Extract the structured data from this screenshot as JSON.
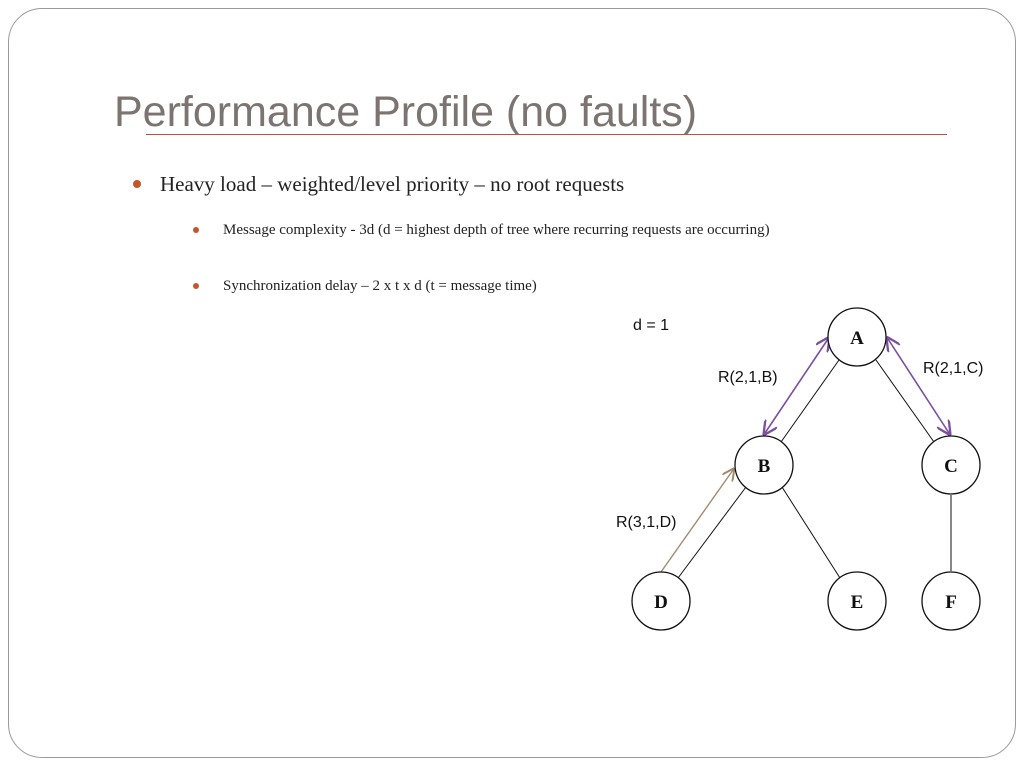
{
  "slide": {
    "title": "Performance Profile (no faults)",
    "bullets": [
      {
        "text": "Heavy load – weighted/level priority – no root requests",
        "sub": [
          "Message complexity - 3d (d = highest depth of tree where recurring requests are occurring)",
          "Synchronization delay – 2 x t x d (t = message time)"
        ]
      }
    ]
  },
  "colors": {
    "accent": "#c9532a",
    "title": "#7b7470",
    "request_arrow": "#7b4fa0",
    "leaf_request_arrow": "#a38a6c"
  },
  "diagram": {
    "depth_label": "d = 1",
    "nodes": [
      "A",
      "B",
      "C",
      "D",
      "E",
      "F"
    ],
    "edges": [
      [
        "A",
        "B"
      ],
      [
        "A",
        "C"
      ],
      [
        "B",
        "D"
      ],
      [
        "B",
        "E"
      ],
      [
        "C",
        "F"
      ]
    ],
    "requests": [
      {
        "label": "R(2,1,B)",
        "between": [
          "B",
          "A"
        ]
      },
      {
        "label": "R(2,1,C)",
        "between": [
          "C",
          "A"
        ]
      },
      {
        "label": "R(3,1,D)",
        "between": [
          "D",
          "B"
        ]
      }
    ]
  }
}
